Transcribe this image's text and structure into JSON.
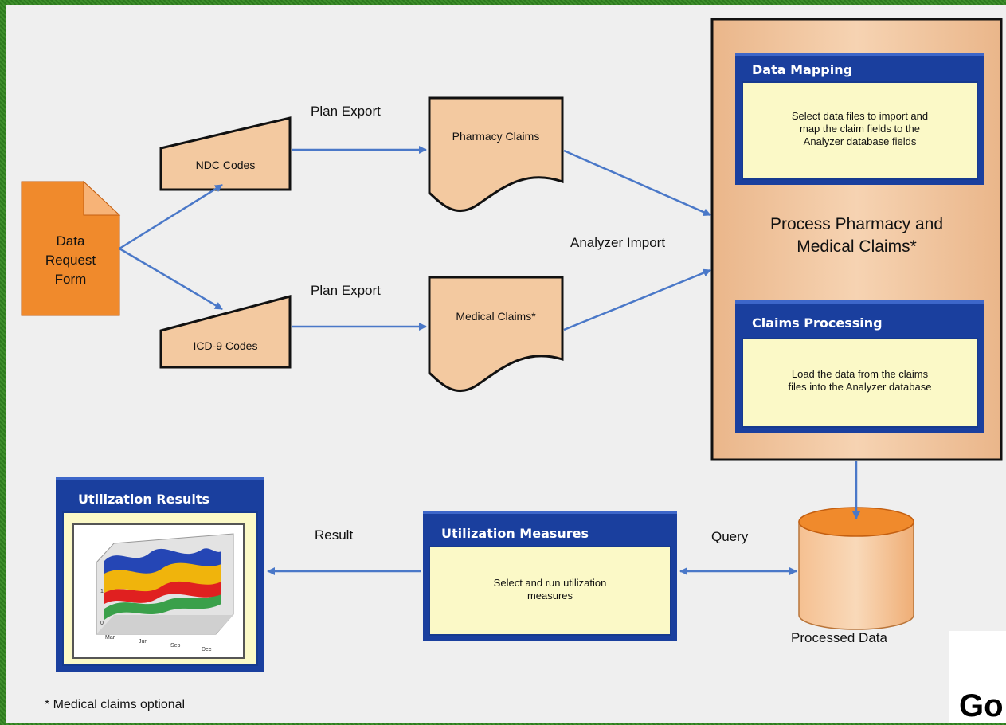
{
  "data_request_form": [
    "Data",
    "Request",
    "Form"
  ],
  "ndc_codes": "NDC Codes",
  "icd9_codes": "ICD-9 Codes",
  "plan_export_top": "Plan Export",
  "plan_export_bottom": "Plan Export",
  "pharmacy_claims": "Pharmacy Claims",
  "medical_claims": "Medical Claims*",
  "analyzer_import": "Analyzer Import",
  "process_box": {
    "data_mapping_title": "Data Mapping",
    "data_mapping_body": [
      "Select data files to import and",
      "map the claim fields to the",
      "Analyzer database fields"
    ],
    "process_title": [
      "Process Pharmacy and",
      "Medical Claims*"
    ],
    "claims_processing_title": "Claims Processing",
    "claims_processing_body": [
      "Load the data from the claims",
      "files into the Analyzer database"
    ]
  },
  "processed_data": "Processed Data",
  "query": "Query",
  "utilization_measures": {
    "title": "Utilization Measures",
    "body": [
      "Select and run utilization",
      "measures"
    ]
  },
  "result": "Result",
  "utilization_results": {
    "title": "Utilization Results",
    "thumbnail_x_ticks": [
      "Mar",
      "Jun",
      "Sep",
      "Dec"
    ]
  },
  "footnote": "* Medical claims optional",
  "corner_text": "Go",
  "colors": {
    "orange": "#f08a2c",
    "tan": "#f3c9a0",
    "blue": "#1a3f9e",
    "arrow": "#4a78c8",
    "panel_body": "#fbf9c7"
  }
}
